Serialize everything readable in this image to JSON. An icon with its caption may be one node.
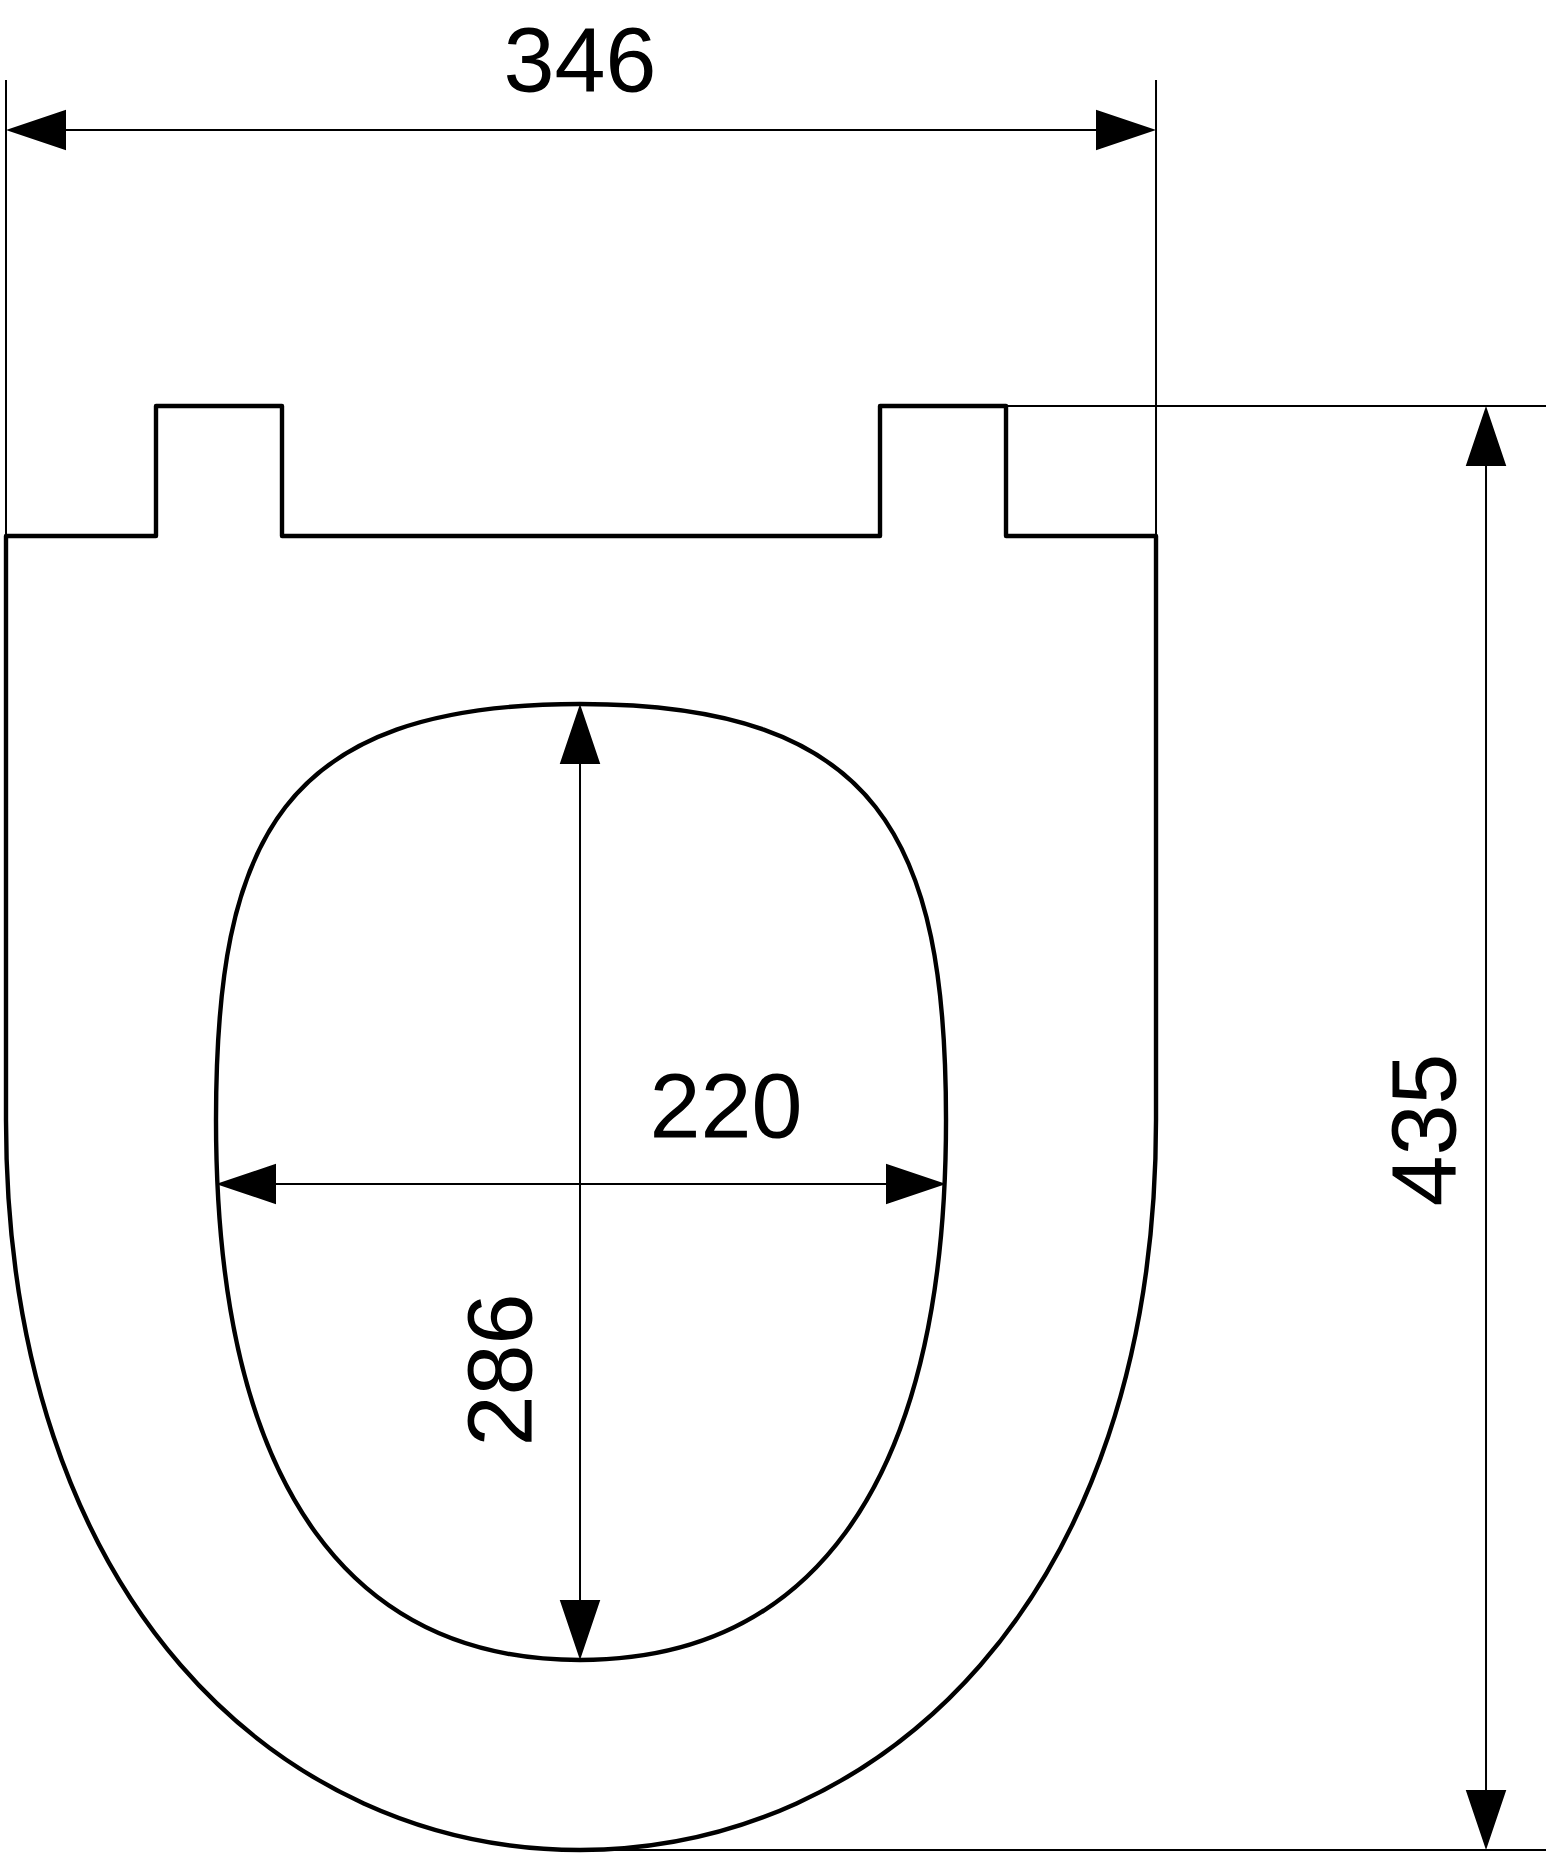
{
  "diagram": {
    "labels": [
      "346",
      "435",
      "220",
      "286"
    ]
  }
}
